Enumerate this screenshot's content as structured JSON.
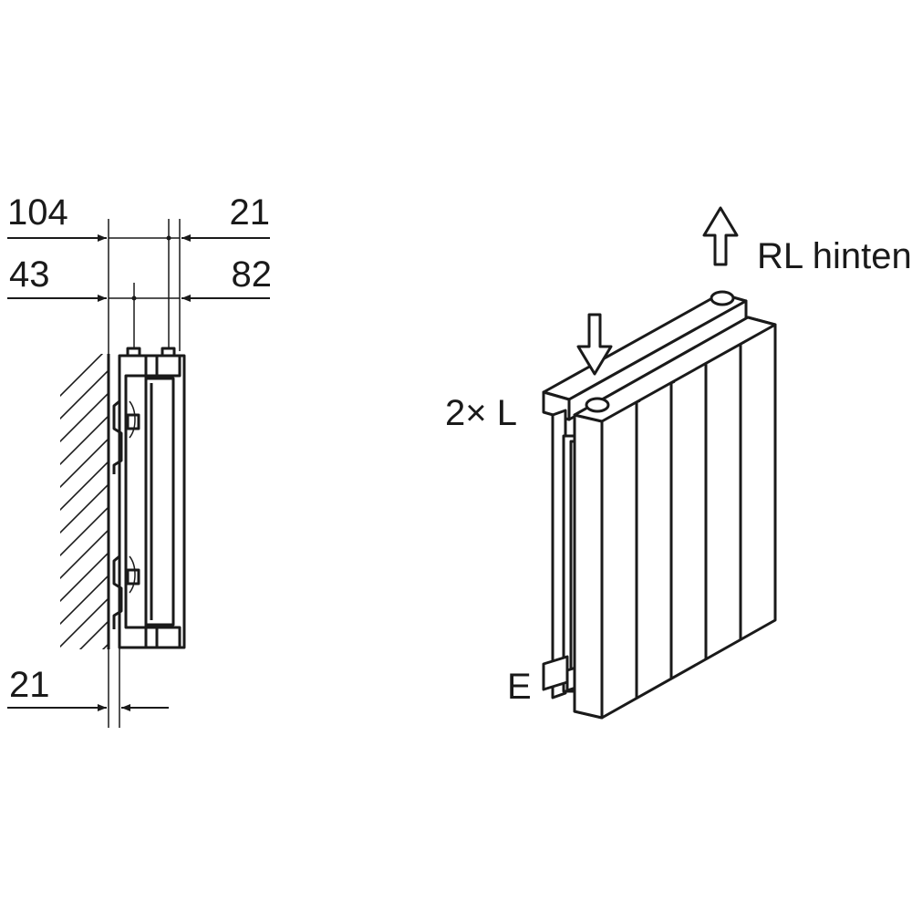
{
  "side_view": {
    "dim_total_depth": "104",
    "dim_front_offset": "21",
    "dim_wall_to_axis": "43",
    "dim_axis_spacing": "82",
    "dim_bottom_offset": "21"
  },
  "iso_view": {
    "return_label": "RL hinten",
    "inlet_label": "2× L",
    "drain_label": "E"
  }
}
